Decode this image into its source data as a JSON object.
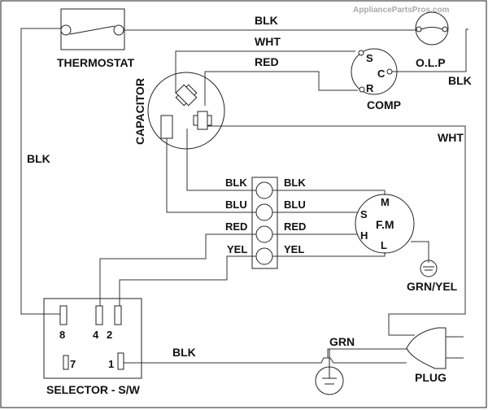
{
  "watermark": "AppliancePartsPros.com",
  "components": {
    "thermostat": "THERMOSTAT",
    "capacitor": "CAPACITOR",
    "compressor": {
      "label": "COMP",
      "terminals": [
        "S",
        "C",
        "R"
      ]
    },
    "olp": "O.L.P",
    "fan_motor": {
      "label": "F.M",
      "terminals": [
        "M",
        "S",
        "H",
        "L"
      ]
    },
    "ground_fm": "GRN/YEL",
    "selector": {
      "label": "SELECTOR - S/W",
      "terminals": [
        "8",
        "4",
        "2",
        "7",
        "1"
      ]
    },
    "plug": "PLUG",
    "ground_plug": "GRN"
  },
  "wires": {
    "top_blk": "BLK",
    "top_wht": "WHT",
    "top_red": "RED",
    "olp_blk": "BLK",
    "right_wht": "WHT",
    "left_blk": "BLK",
    "bottom_blk": "BLK"
  },
  "terminal_block": {
    "left": [
      "BLK",
      "BLU",
      "RED",
      "YEL"
    ],
    "right": [
      "BLK",
      "BLU",
      "RED",
      "YEL"
    ]
  }
}
